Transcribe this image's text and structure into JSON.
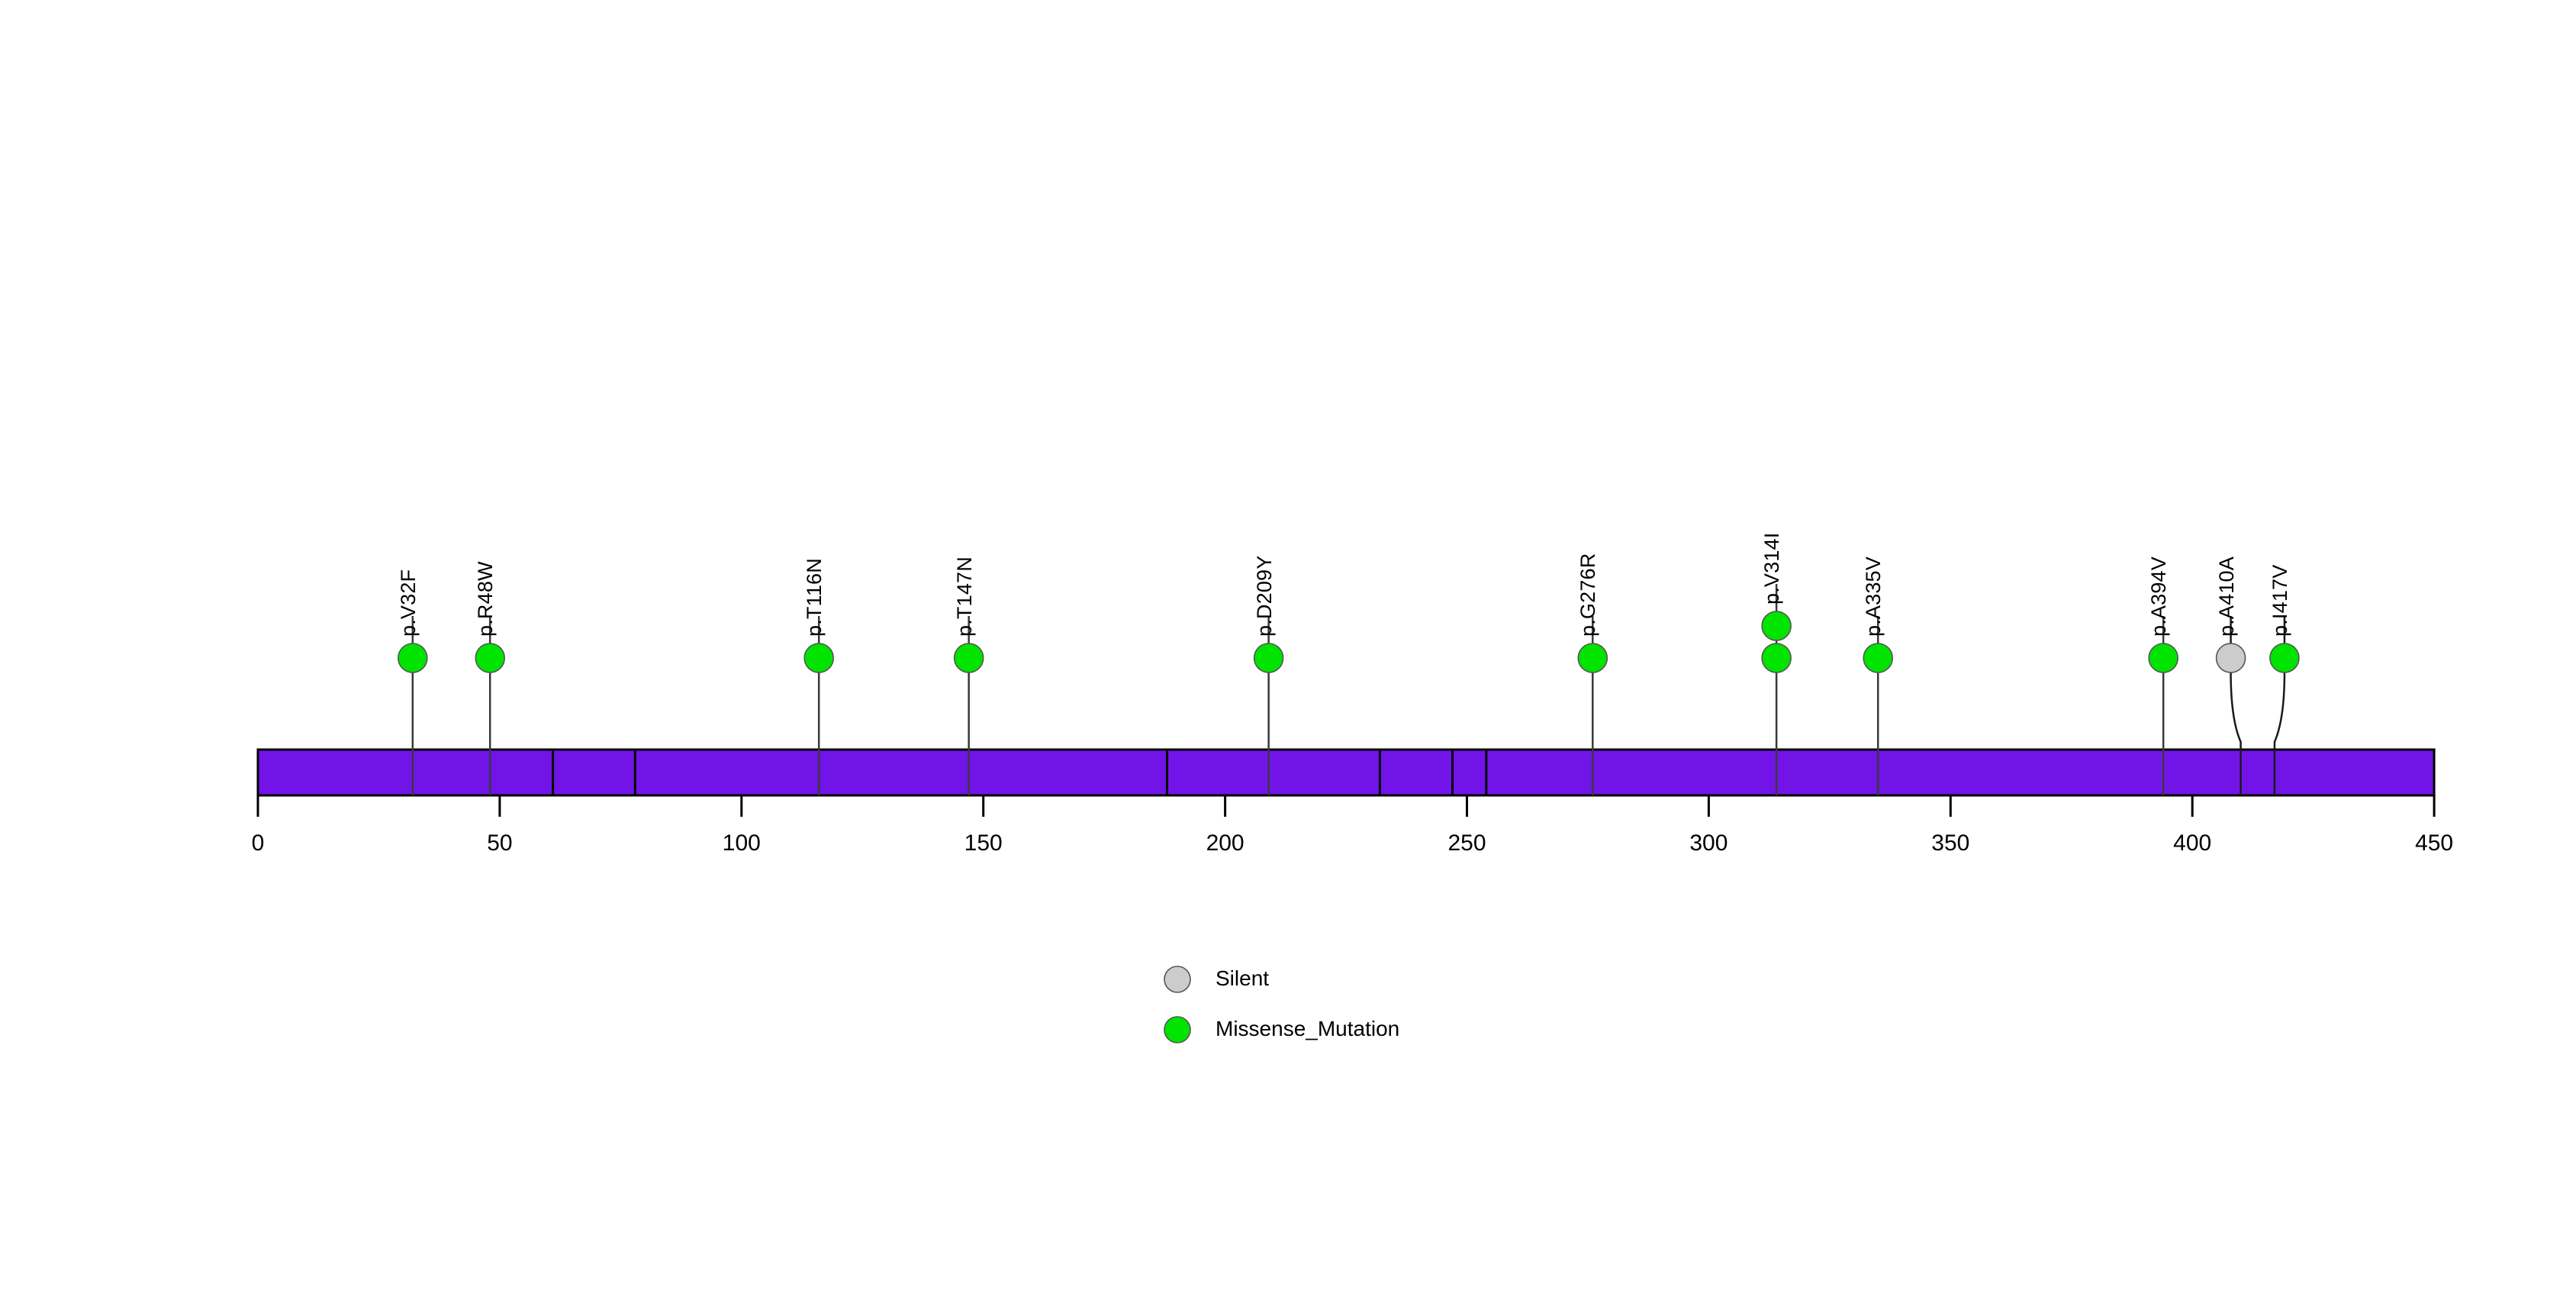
{
  "chart_data": {
    "type": "lollipop",
    "title": "",
    "xlabel": "",
    "ylabel": "",
    "xlim": [
      0,
      450
    ],
    "grid": false,
    "protein_length": 450,
    "axis": {
      "ticks": [
        0,
        50,
        100,
        150,
        200,
        250,
        300,
        350,
        400,
        450
      ],
      "tick_labels": [
        "0",
        "50",
        "100",
        "150",
        "200",
        "250",
        "300",
        "350",
        "400",
        "450"
      ]
    },
    "protein_bar": {
      "color": "#7214E8",
      "border_color": "#000000",
      "start": 0,
      "end": 450,
      "segment_boundaries": [
        61,
        78,
        188,
        232,
        247,
        254
      ]
    },
    "categories": [
      "p.V32F",
      "p.R48W",
      "p.T116N",
      "p.T147N",
      "p.D209Y",
      "p.G276R",
      "p.V314I",
      "p.A335V",
      "p.A394V",
      "p.A410A",
      "p.I417V"
    ],
    "values": [
      1,
      1,
      1,
      1,
      1,
      1,
      2,
      1,
      1,
      1,
      1
    ],
    "mutations": [
      {
        "label": "p.V32F",
        "position": 32,
        "count": 1,
        "type": "Missense_Mutation",
        "color": "#00E400"
      },
      {
        "label": "p.R48W",
        "position": 48,
        "count": 1,
        "type": "Missense_Mutation",
        "color": "#00E400"
      },
      {
        "label": "p.T116N",
        "position": 116,
        "count": 1,
        "type": "Missense_Mutation",
        "color": "#00E400"
      },
      {
        "label": "p.T147N",
        "position": 147,
        "count": 1,
        "type": "Missense_Mutation",
        "color": "#00E400"
      },
      {
        "label": "p.D209Y",
        "position": 209,
        "count": 1,
        "type": "Missense_Mutation",
        "color": "#00E400"
      },
      {
        "label": "p.G276R",
        "position": 276,
        "count": 1,
        "type": "Missense_Mutation",
        "color": "#00E400"
      },
      {
        "label": "p.V314I",
        "position": 314,
        "count": 2,
        "type": "Missense_Mutation",
        "color": "#00E400"
      },
      {
        "label": "p.A335V",
        "position": 335,
        "count": 1,
        "type": "Missense_Mutation",
        "color": "#00E400"
      },
      {
        "label": "p.A394V",
        "position": 394,
        "count": 1,
        "type": "Missense_Mutation",
        "color": "#00E400"
      },
      {
        "label": "p.A410A",
        "position": 410,
        "count": 1,
        "type": "Silent",
        "color": "#CCCCCC"
      },
      {
        "label": "p.I417V",
        "position": 417,
        "count": 1,
        "type": "Missense_Mutation",
        "color": "#00E400"
      }
    ],
    "legend": {
      "position": "bottom-center",
      "entries": [
        {
          "label": "Silent",
          "color": "#CCCCCC"
        },
        {
          "label": "Missense_Mutation",
          "color": "#00E400"
        }
      ]
    }
  }
}
